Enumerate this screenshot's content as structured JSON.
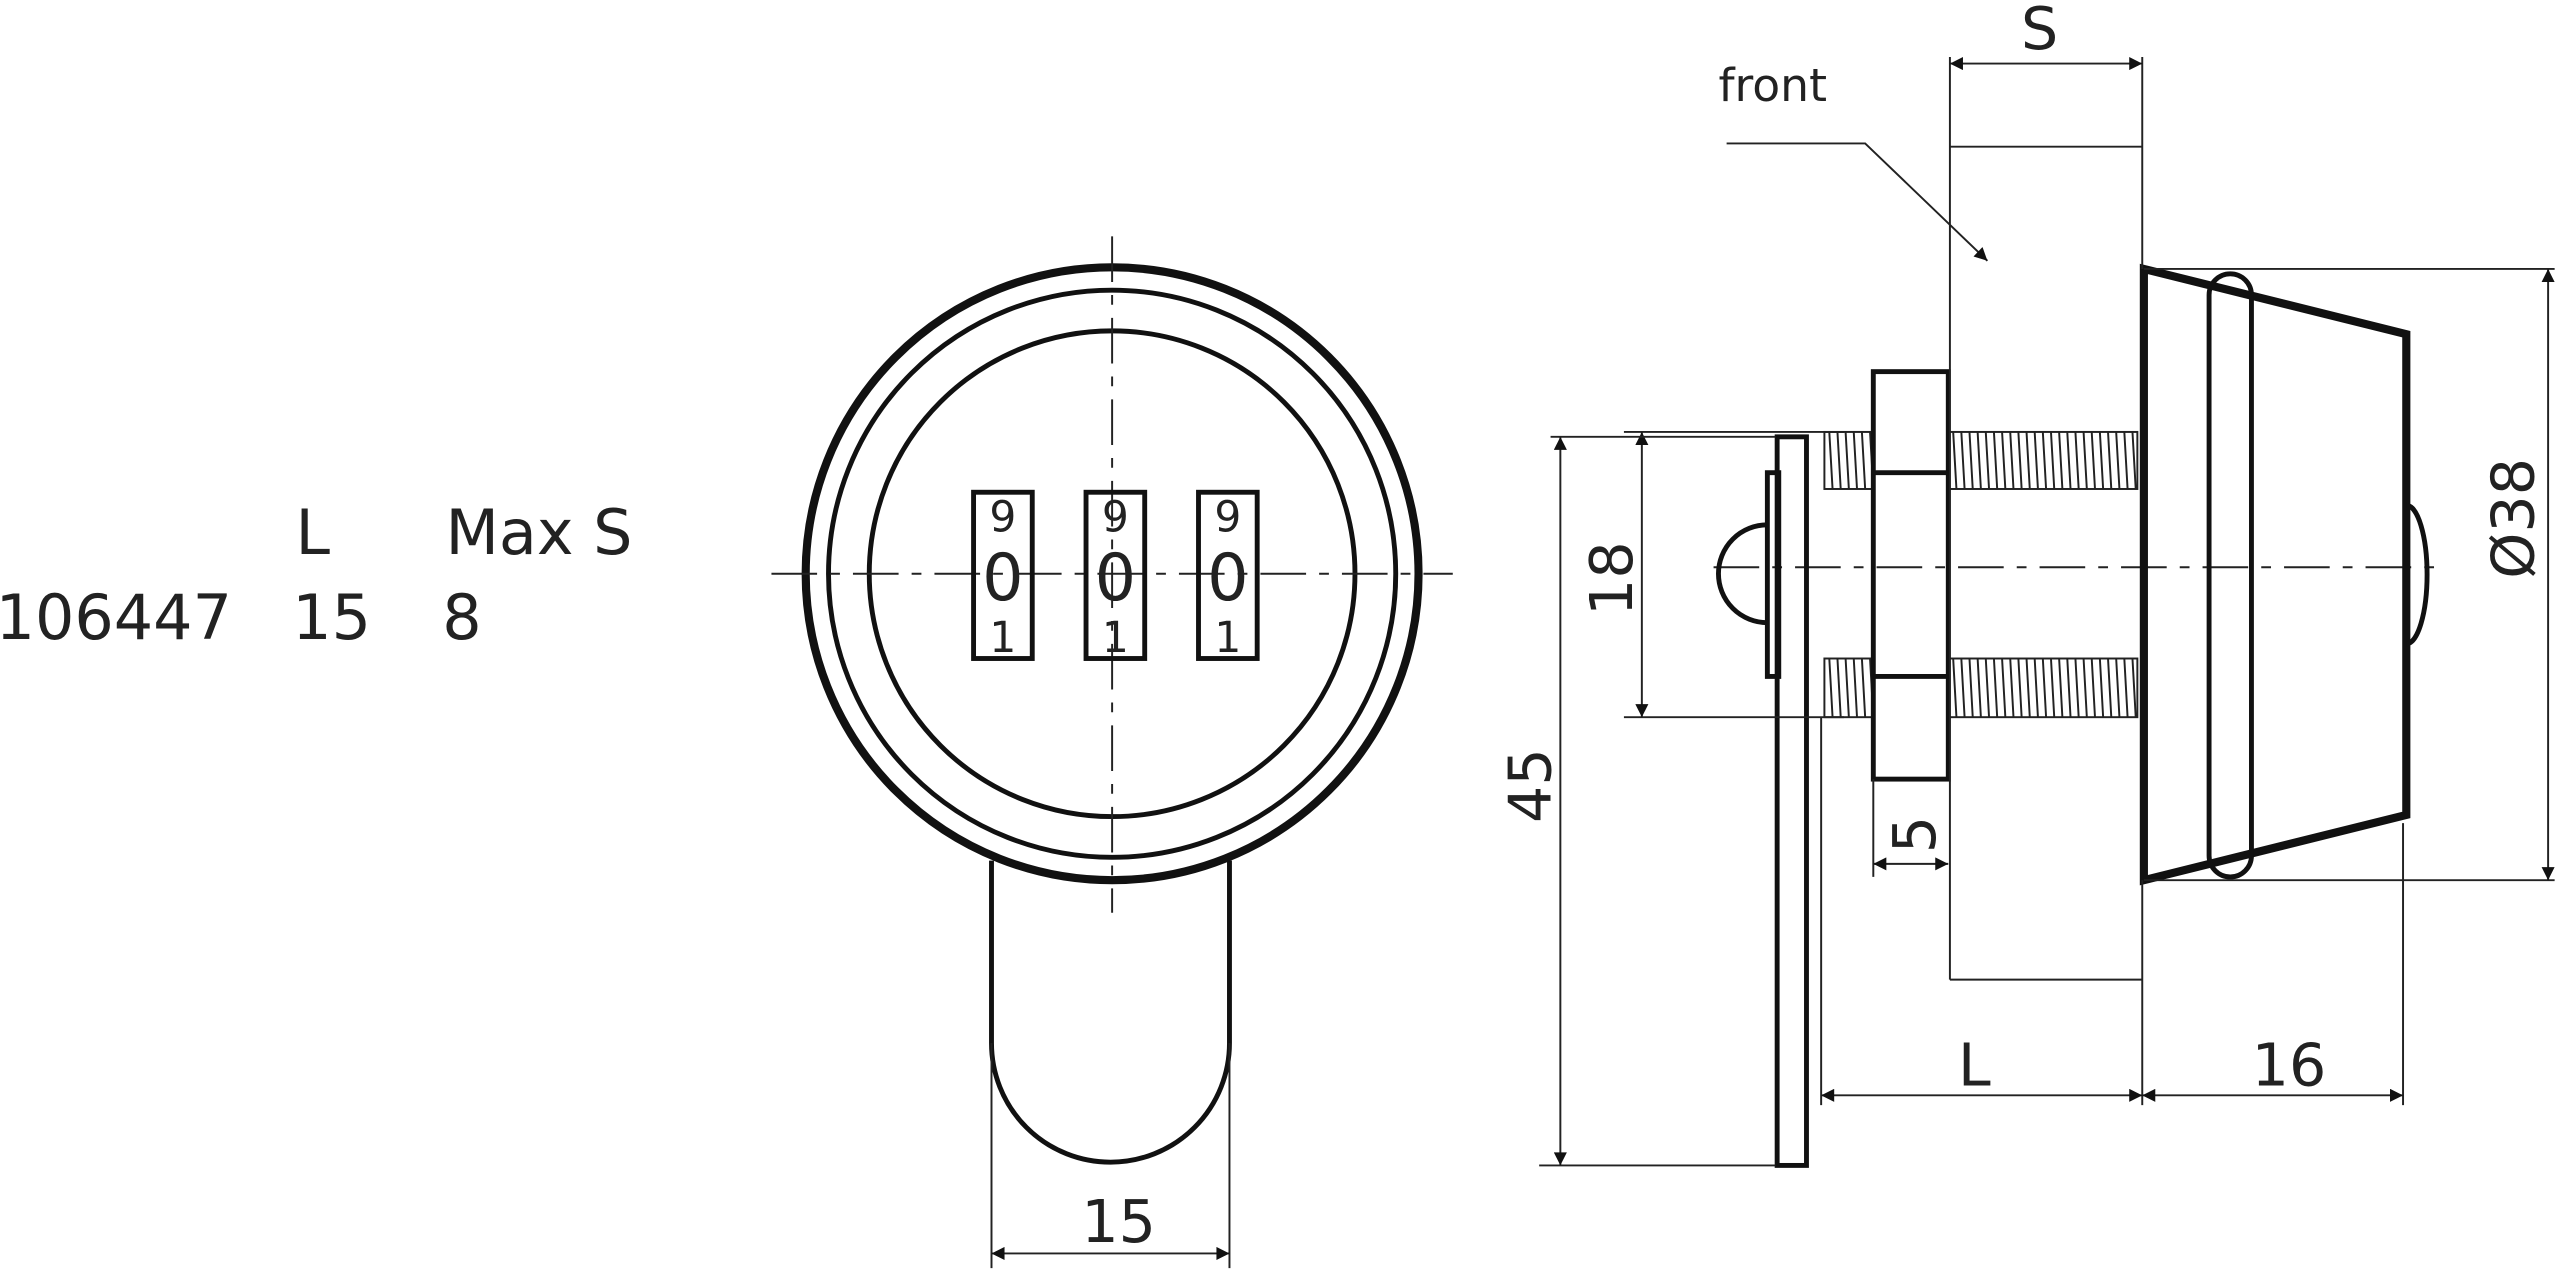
{
  "table": {
    "headers": [
      "L",
      "Max S"
    ],
    "row": {
      "code": "106447",
      "L": "15",
      "max_s": "8"
    }
  },
  "front_view": {
    "digits": [
      {
        "top": "9",
        "mid": "0",
        "bot": "1"
      },
      {
        "top": "9",
        "mid": "0",
        "bot": "1"
      },
      {
        "top": "9",
        "mid": "0",
        "bot": "1"
      }
    ],
    "dim_handle_width": "15"
  },
  "side_view": {
    "label_front": "front",
    "dim_s": "S",
    "dim_diameter": "Ø38",
    "dim_18": "18",
    "dim_45": "45",
    "dim_5": "5",
    "dim_l": "L",
    "dim_16": "16"
  }
}
